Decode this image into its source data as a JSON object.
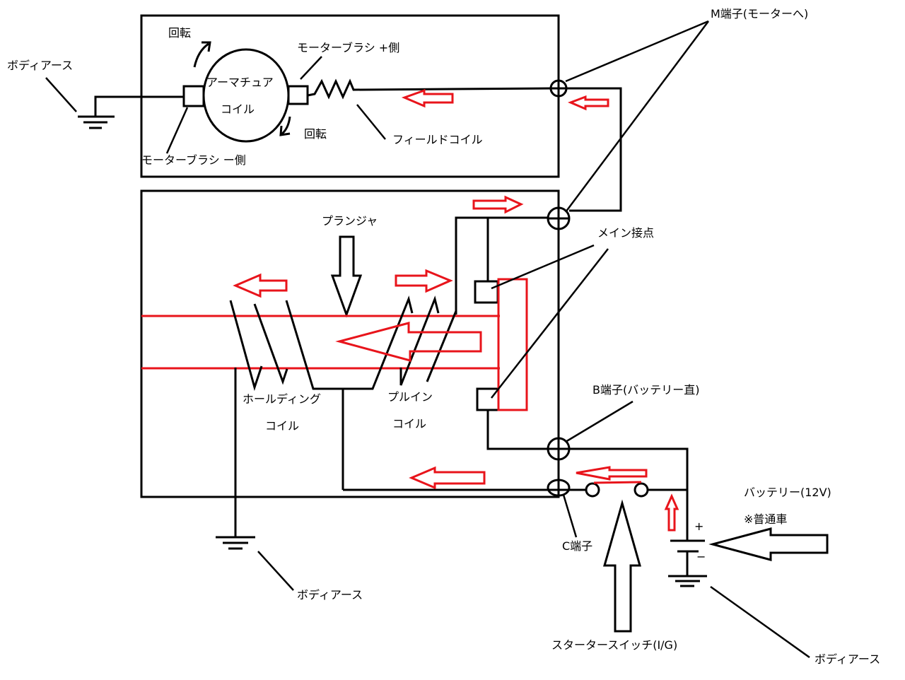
{
  "colors": {
    "wire": "#000000",
    "flow": "#e8141b",
    "background": "#ffffff"
  },
  "labels": {
    "rotation_top": "回転",
    "rotation_bottom": "回転",
    "body_earth_motor": "ボディアース",
    "brush_plus": "モーターブラシ +側",
    "brush_minus": "モーターブラシ ー側",
    "armature_1": "アーマチュア",
    "armature_2": "コイル",
    "field_coil": "フィールドコイル",
    "m_terminal": "M端子(モーターへ)",
    "plunger": "プランジャ",
    "main_contact": "メイン接点",
    "holding_1": "ホールディング",
    "holding_2": "コイル",
    "pullin_1": "プルイン",
    "pullin_2": "コイル",
    "b_terminal": "B端子(バッテリー直)",
    "battery": "バッテリー(12V)",
    "battery_note": "※普通車",
    "plus": "+",
    "minus": "−",
    "c_terminal": "C端子",
    "body_earth_solenoid": "ボディアース",
    "starter_switch": "スタータースイッチ(I/G)",
    "body_earth_battery": "ボディアース"
  }
}
